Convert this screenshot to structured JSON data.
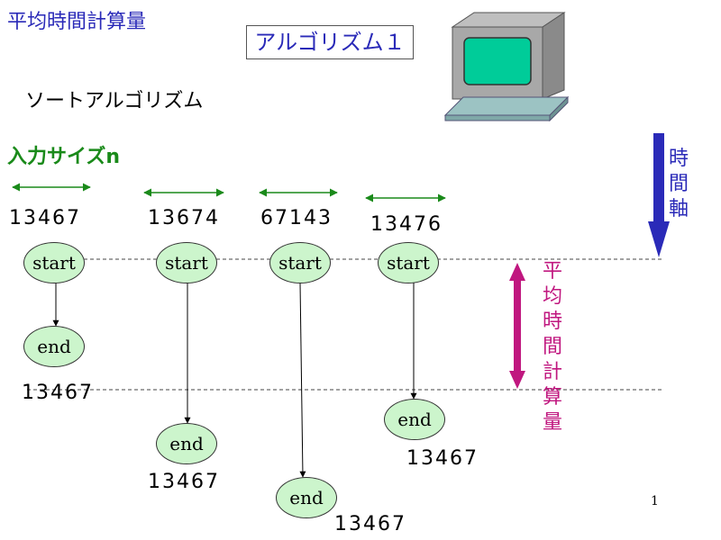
{
  "title": "平均時間計算量",
  "algorithm_box": "アルゴリズム１",
  "subtitle": "ソートアルゴリズム",
  "input_label": "入力サイズn",
  "time_axis_label": "時間軸",
  "avg_time_label": "平均時間計算量",
  "page_number": "1",
  "colors": {
    "title": "#2a2ab8",
    "input_label": "#1a8a1a",
    "avg_label": "#c0177f",
    "node_fill": "#ccf5cc",
    "monitor_screen": "#00cc99"
  },
  "runs": [
    {
      "input": "13467",
      "start_label": "start",
      "end_label": "end",
      "output": "13467"
    },
    {
      "input": "13674",
      "start_label": "start",
      "end_label": "end",
      "output": "13467"
    },
    {
      "input": "67143",
      "start_label": "start",
      "end_label": "end",
      "output": "13467"
    },
    {
      "input": "13476",
      "start_label": "start",
      "end_label": "end",
      "output": "13467"
    }
  ]
}
